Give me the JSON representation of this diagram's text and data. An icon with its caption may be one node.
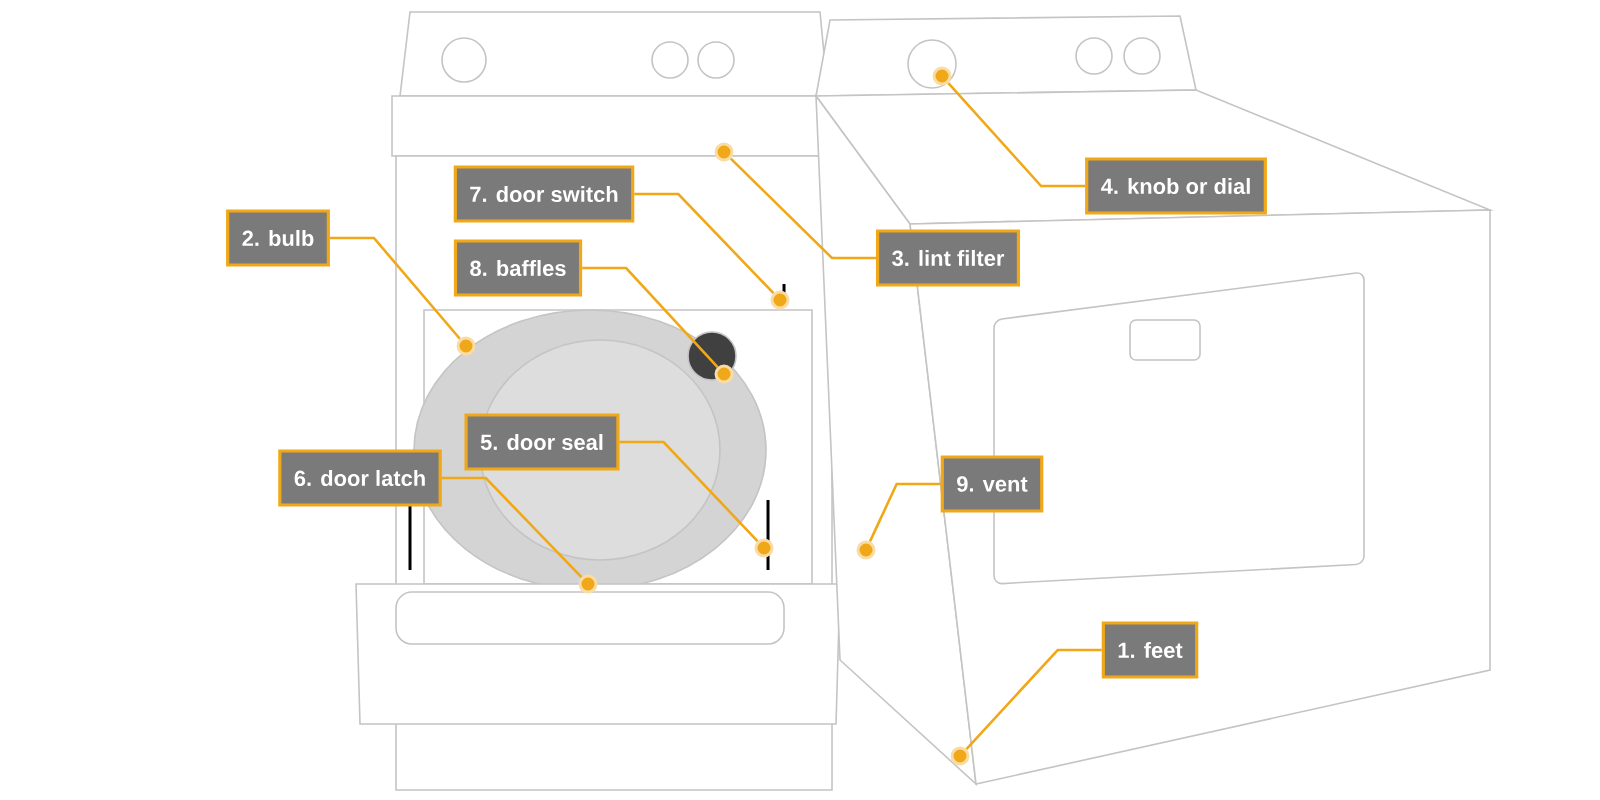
{
  "diagram": {
    "nodes": [
      {
        "text": [
          "4. knob or dial"
        ]
      },
      {
        "text": [
          "7. door switch"
        ]
      },
      {
        "text": [
          "2. bulb"
        ]
      },
      {
        "text": [
          "3. lint filter"
        ]
      },
      {
        "text": [
          "8. baffles"
        ]
      },
      {
        "text": [
          "5. door seal"
        ]
      },
      {
        "text": [
          "6. door latch"
        ]
      },
      {
        "text": [
          "9. vent"
        ]
      },
      {
        "text": [
          "1. feet"
        ]
      },
      {
        "text": [],
        "shape": "circle"
      },
      {
        "text": [],
        "shape": "circle"
      },
      {
        "text": [],
        "shape": "circle"
      },
      {
        "text": [],
        "shape": "circle"
      },
      {
        "text": [],
        "shape": "circle"
      },
      {
        "text": [],
        "shape": "circle"
      },
      {
        "text": [],
        "shape": "circle"
      },
      {
        "text": [],
        "shape": "circle"
      },
      {
        "text": [],
        "shape": "circle"
      }
    ],
    "edges": [
      {
        "from": 0,
        "to": 16,
        "arrow": "none"
      },
      {
        "from": 1,
        "to": 14,
        "arrow": "none"
      },
      {
        "from": 2,
        "to": 9,
        "arrow": "none"
      },
      {
        "from": 3,
        "to": 12,
        "arrow": "none"
      },
      {
        "from": 4,
        "to": 11,
        "arrow": "none"
      },
      {
        "from": 5,
        "to": 13,
        "arrow": "none"
      },
      {
        "from": 6,
        "to": 10,
        "arrow": "none"
      },
      {
        "from": 7,
        "to": 15,
        "arrow": "none"
      },
      {
        "from": 8,
        "to": 17,
        "arrow": "none"
      }
    ]
  }
}
